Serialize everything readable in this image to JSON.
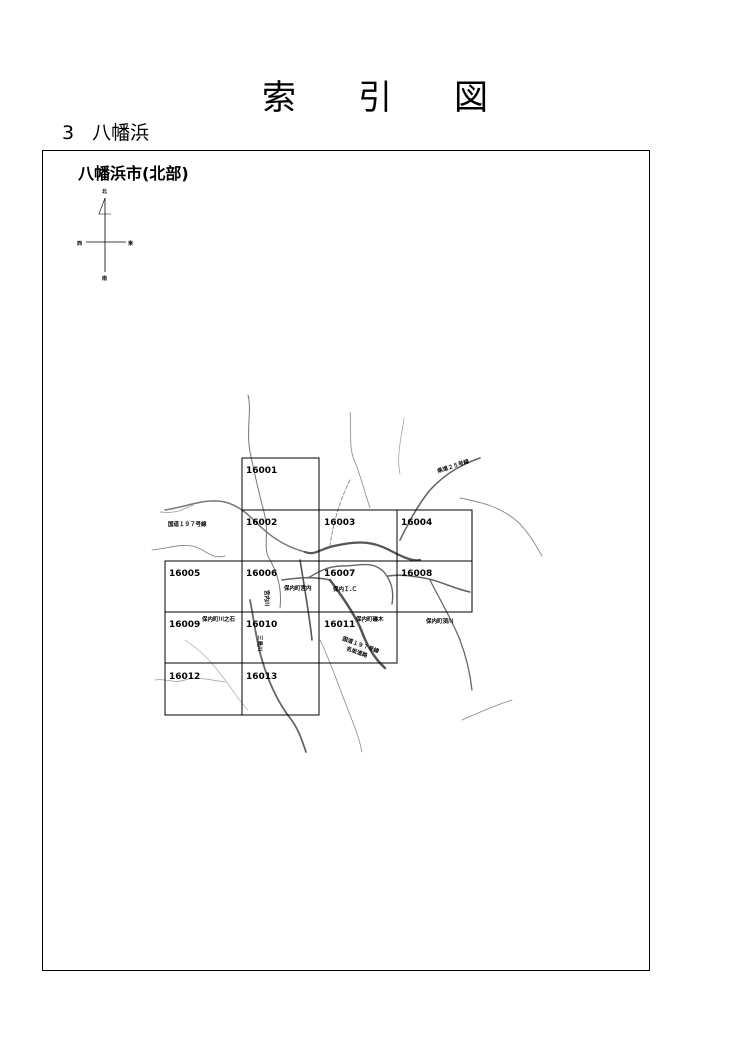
{
  "page": {
    "title_chars": [
      "索",
      "引",
      "図"
    ],
    "section_number": "3",
    "section_name": "八幡浜"
  },
  "map": {
    "area_title": "八幡浜市(北部)",
    "compass": {
      "north": "北",
      "south": "南",
      "east": "東",
      "west": "西"
    },
    "tiles": [
      "16001",
      "16002",
      "16003",
      "16004",
      "16005",
      "16006",
      "16007",
      "16008",
      "16009",
      "16010",
      "16011",
      "16012",
      "16013"
    ],
    "place_labels": {
      "route197": "国道１９７号線",
      "route25": "県道２５号線",
      "miyauchi": "保内町宮内",
      "ic": "保内Ｉ.Ｃ",
      "kawanoishi": "保内町川之石",
      "isomaki": "保内町磯木",
      "suzukawa": "保内町須川",
      "river_a": "宮内川",
      "river_b": "三島川",
      "bypass_a": "国道１９７号線",
      "bypass_b": "名坂道路"
    },
    "colors": {
      "road": "#888888",
      "river": "#555555",
      "grid": "#000000"
    }
  }
}
